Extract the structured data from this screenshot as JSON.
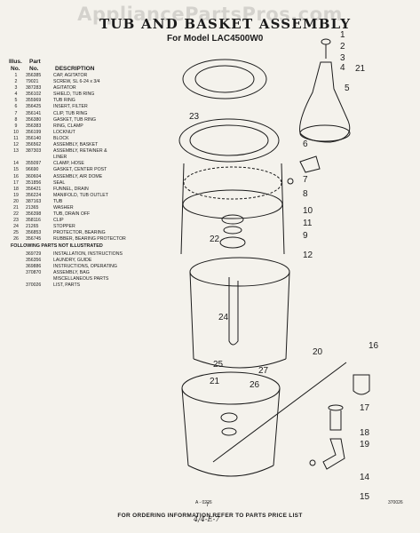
{
  "watermark": "AppliancePartsPros.com",
  "title": "TUB AND BASKET ASSEMBLY",
  "subtitle": "For Model LAC4500W0",
  "table": {
    "h1a": "Illus.",
    "h1b": "No.",
    "h2a": "Part",
    "h2b": "No.",
    "h3": "DESCRIPTION"
  },
  "parts": [
    [
      "1",
      "356385",
      "CAP, AGITATOR"
    ],
    [
      "2",
      "79021",
      "SCREW, SL 6-24 x 3/4"
    ],
    [
      "3",
      "387283",
      "AGITATOR"
    ],
    [
      "4",
      "356102",
      "SHIELD, TUB RING"
    ],
    [
      "5",
      "355969",
      "TUB RING"
    ],
    [
      "6",
      "356425",
      "INSERT, FILTER"
    ],
    [
      "7",
      "356141",
      "CLIP, TUB RING"
    ],
    [
      "8",
      "356380",
      "GASKET, TUB RING"
    ],
    [
      "9",
      "356383",
      "RING, CLAMP"
    ],
    [
      "10",
      "356199",
      "LOCKNUT"
    ],
    [
      "11",
      "356140",
      "BLOCK"
    ],
    [
      "12",
      "356562",
      "ASSEMBLY, BASKET"
    ],
    [
      "13",
      "387303",
      "ASSEMBLY, RETAINER &"
    ],
    [
      "",
      "",
      "LINER"
    ],
    [
      "14",
      "355097",
      "CLAMP, HOSE"
    ],
    [
      "15",
      "96690",
      "GASKET, CENTER POST"
    ],
    [
      "16",
      "360604",
      "ASSEMBLY, AIR DOME"
    ],
    [
      "17",
      "351856",
      "SEAL"
    ],
    [
      "18",
      "356421",
      "FUNNEL, DRAIN"
    ],
    [
      "19",
      "356224",
      "MANIFOLD, TUB OUTLET"
    ],
    [
      "20",
      "387163",
      "TUB"
    ],
    [
      "21",
      "21365",
      "WASHER"
    ],
    [
      "22",
      "356398",
      "TUB, DRAIN OFF"
    ],
    [
      "23",
      "358116",
      "CLIP"
    ],
    [
      "24",
      "21265",
      "STOPPER"
    ],
    [
      "25",
      "356853",
      "PROTECTOR, BEARING"
    ],
    [
      "26",
      "356745",
      "RUBBER, BEARING PROTECTOR"
    ]
  ],
  "footnote": "FOLLOWING PARTS NOT ILLUSTRATED",
  "not_illustrated": [
    [
      "",
      "369729",
      "INSTALLATION, INSTRUCTIONS"
    ],
    [
      "",
      "356356",
      "LAUNDRY, GUIDE"
    ],
    [
      "",
      "369886",
      "INSTRUCTIONS, OPERATING"
    ],
    [
      "",
      "370870",
      "ASSEMBLY, BAG"
    ],
    [
      "",
      "",
      "MISCELLANEOUS PARTS"
    ],
    [
      "",
      "370026",
      "LIST, PARTS"
    ]
  ],
  "callouts": [
    "1",
    "2",
    "3",
    "4",
    "21",
    "5",
    "23",
    "6",
    "7",
    "8",
    "10",
    "22",
    "11",
    "9",
    "12",
    "24",
    "20",
    "16",
    "25",
    "27",
    "21",
    "26",
    "17",
    "18",
    "19",
    "14",
    "15"
  ],
  "drawing_code": "A - 0226",
  "corner_code": "370026",
  "footer": "FOR ORDERING INFORMATION REFER TO PARTS PRICE LIST",
  "page_number": "7",
  "handwritten": "4/4-E-7"
}
